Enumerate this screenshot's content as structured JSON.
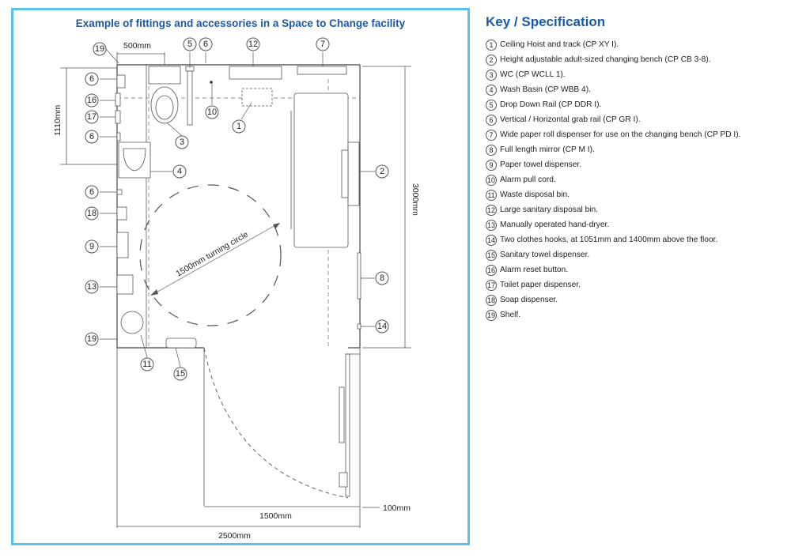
{
  "plan": {
    "title": "Example of fittings and accessories in a Space to Change facility",
    "dimensions": {
      "d500": "500mm",
      "d1110": "1110mm",
      "d3000": "3000mm",
      "d1500": "1500mm",
      "d2500": "2500mm",
      "d100": "100mm",
      "turning": "1500mm turning circle"
    },
    "callouts": [
      "19",
      "5",
      "6",
      "12",
      "7",
      "6",
      "16",
      "17",
      "6",
      "10",
      "1",
      "3",
      "4",
      "2",
      "6",
      "18",
      "9",
      "13",
      "8",
      "14",
      "19",
      "11",
      "15"
    ]
  },
  "key": {
    "title": "Key / Specification",
    "items": [
      {
        "num": "1",
        "text": "Ceiling Hoist and track (CP XY I)."
      },
      {
        "num": "2",
        "text": "Height adjustable adult-sized changing bench (CP CB 3-8)."
      },
      {
        "num": "3",
        "text": "WC (CP WCLL 1)."
      },
      {
        "num": "4",
        "text": "Wash Basin (CP WBB 4)."
      },
      {
        "num": "5",
        "text": "Drop Down Rail (CP DDR I)."
      },
      {
        "num": "6",
        "text": "Vertical / Horizontal grab rail (CP GR I)."
      },
      {
        "num": "7",
        "text": "Wide paper roll dispenser for use on the changing bench (CP PD I)."
      },
      {
        "num": "8",
        "text": "Full length mirror (CP M I)."
      },
      {
        "num": "9",
        "text": "Paper towel dispenser."
      },
      {
        "num": "10",
        "text": "Alarm pull cord."
      },
      {
        "num": "11",
        "text": "Waste disposal bin."
      },
      {
        "num": "12",
        "text": "Large sanitary disposal bin."
      },
      {
        "num": "13",
        "text": "Manually operated hand-dryer."
      },
      {
        "num": "14",
        "text": "Two clothes hooks, at 1051mm and 1400mm above the floor."
      },
      {
        "num": "15",
        "text": "Sanitary towel dispenser."
      },
      {
        "num": "16",
        "text": "Alarm reset button."
      },
      {
        "num": "17",
        "text": "Toilet paper dispenser."
      },
      {
        "num": "18",
        "text": "Soap dispenser."
      },
      {
        "num": "19",
        "text": "Shelf."
      }
    ]
  }
}
